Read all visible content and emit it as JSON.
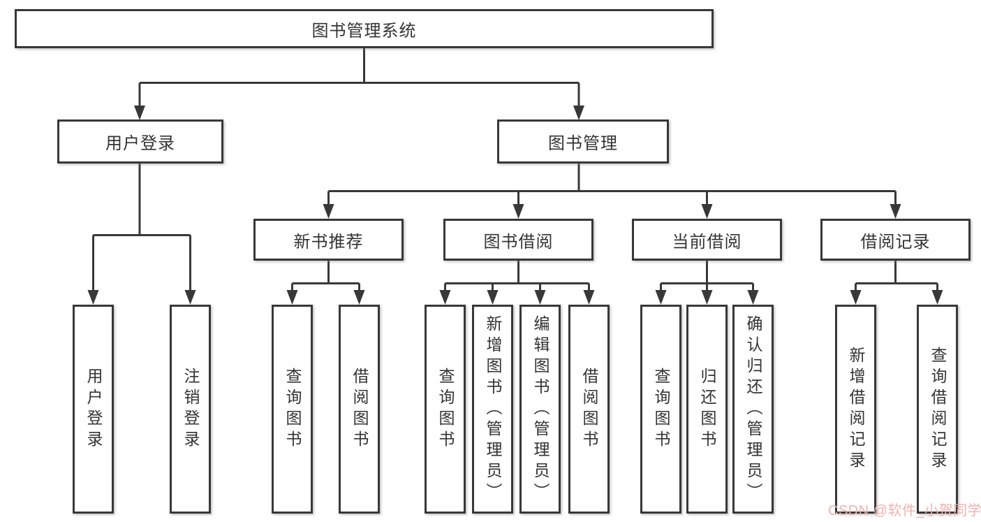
{
  "colors": {
    "line": "#383838",
    "box_border": "#383838",
    "text": "#333333",
    "watermark": "#f0b2af",
    "background": "#ffffff"
  },
  "watermark": {
    "text": "CSDN @软件_小贺同学"
  },
  "tree": {
    "label": "图书管理系统",
    "children": [
      {
        "label": "用户登录",
        "children": [
          {
            "label": "用户登录"
          },
          {
            "label": "注销登录"
          }
        ]
      },
      {
        "label": "图书管理",
        "children": [
          {
            "label": "新书推荐",
            "children": [
              {
                "label": "查询图书"
              },
              {
                "label": "借阅图书"
              }
            ]
          },
          {
            "label": "图书借阅",
            "children": [
              {
                "label": "查询图书"
              },
              {
                "label": "新增图书（管理员）"
              },
              {
                "label": "编辑图书（管理员）"
              },
              {
                "label": "借阅图书"
              }
            ]
          },
          {
            "label": "当前借阅",
            "children": [
              {
                "label": "查询图书"
              },
              {
                "label": "归还图书"
              },
              {
                "label": "确认归还（管理员）"
              }
            ]
          },
          {
            "label": "借阅记录",
            "children": [
              {
                "label": "新增借阅记录"
              },
              {
                "label": "查询借阅记录"
              }
            ]
          }
        ]
      }
    ]
  }
}
